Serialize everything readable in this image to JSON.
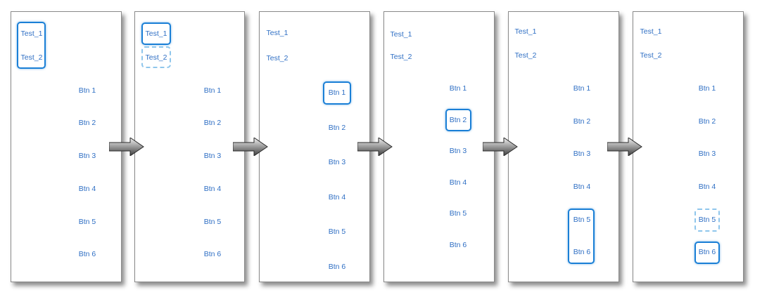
{
  "colors": {
    "label_text": "#2f6fc4",
    "focus_solid": "#1a7fd6",
    "focus_dashed": "#8fc6ec",
    "panel_border": "#8a8a8a"
  },
  "labels": {
    "test_1": "Test_1",
    "test_2": "Test_2",
    "btn_1": "Btn 1",
    "btn_2": "Btn 2",
    "btn_3": "Btn 3",
    "btn_4": "Btn 4",
    "btn_5": "Btn 5",
    "btn_6": "Btn 6"
  },
  "arrow_icon": "right-arrow-icon",
  "panels": [
    {
      "step": 1,
      "focused": [
        "test_1",
        "test_2"
      ],
      "previous": []
    },
    {
      "step": 2,
      "focused": [
        "test_1"
      ],
      "previous": [
        "test_2"
      ]
    },
    {
      "step": 3,
      "focused": [
        "btn_1"
      ],
      "previous": []
    },
    {
      "step": 4,
      "focused": [
        "btn_2"
      ],
      "previous": []
    },
    {
      "step": 5,
      "focused": [
        "btn_5",
        "btn_6"
      ],
      "previous": []
    },
    {
      "step": 6,
      "focused": [
        "btn_6"
      ],
      "previous": [
        "btn_5"
      ]
    }
  ]
}
